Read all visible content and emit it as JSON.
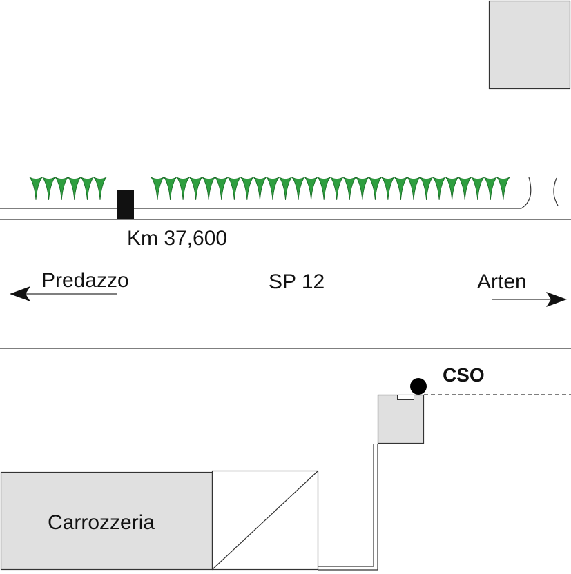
{
  "labels": {
    "km_marker": "Km 37,600",
    "road_name": "SP 12",
    "direction_left": "Predazzo",
    "direction_right": "Arten",
    "station": "CSO",
    "building": "Carrozzeria"
  },
  "colors": {
    "background": "#ffffff",
    "line": "#333333",
    "building_fill": "#e0e0e0",
    "tree_fill": "#2e9e3f",
    "tree_stroke": "#176b24",
    "marker_fill": "#111111",
    "station_dot": "#000000"
  },
  "trees": {
    "group_left_count": 6,
    "group_right_count": 28
  }
}
